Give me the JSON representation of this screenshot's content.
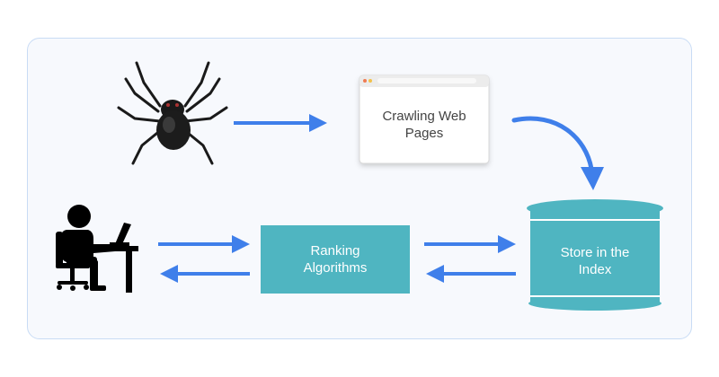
{
  "nodes": {
    "crawl": {
      "line1": "Crawling Web",
      "line2": "Pages"
    },
    "rank": {
      "line1": "Ranking",
      "line2": "Algorithms"
    },
    "index": {
      "line1": "Store in the",
      "line2": "Index"
    }
  },
  "icons": {
    "crawler": "spider-icon",
    "user": "user-at-desk-icon",
    "browser": "browser-window-icon"
  },
  "colors": {
    "arrow": "#3f7fea",
    "box": "#4fb5c1",
    "box_text": "#ffffff",
    "frame_bg": "#f7f9fd",
    "frame_border": "#c9dcf5",
    "browser_text": "#444444"
  }
}
